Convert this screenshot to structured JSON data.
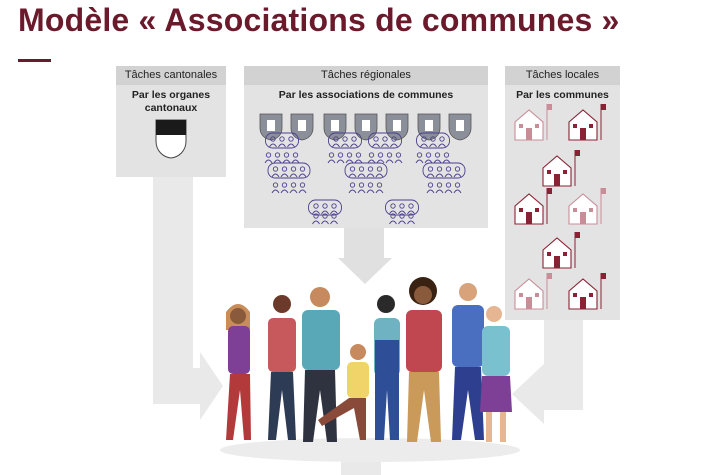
{
  "slide": {
    "title": "Modèle « Associations de communes »"
  },
  "columns": {
    "cantonal": {
      "header": "Tâches cantonales",
      "subtitle": "Par les organes cantonaux"
    },
    "regional": {
      "header": "Tâches régionales",
      "subtitle": "Par les associations de communes"
    },
    "local": {
      "header": "Tâches locales",
      "subtitle": "Par les communes"
    }
  },
  "colors": {
    "title": "#6b1a2c",
    "panel": "#e3e3e3",
    "panel_header": "#d2d2d2",
    "house_dark": "#8a2235",
    "house_light": "#c98d98",
    "group_icon": "#4b3f8f"
  },
  "icons": {
    "cantonal": "fribourg-coat-of-arms-icon",
    "regional": "commune-coat-of-arms-icon",
    "associations": "people-group-icon",
    "local": "town-hall-house-icon",
    "center": "citizens-group-illustration"
  }
}
